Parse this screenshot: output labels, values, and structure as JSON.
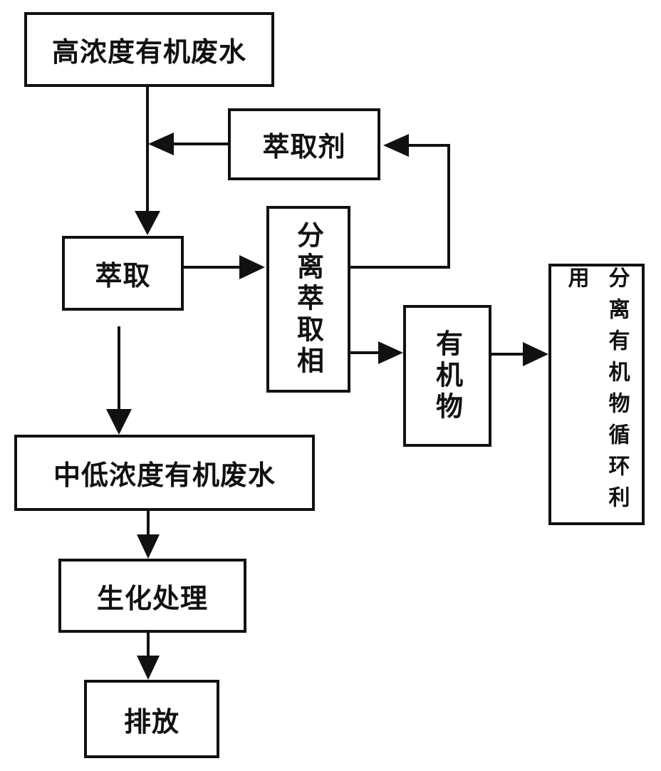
{
  "nodes": {
    "high_conc_wastewater": "高浓度有机废水",
    "extractant": "萃取剂",
    "extraction": "萃取",
    "separate_extract_phase": "分离萃取相",
    "organics": "有机物",
    "separate_organics_recycle": "分离有机物循环利用",
    "low_conc_wastewater": "中低浓度有机废水",
    "biochemical_treatment": "生化处理",
    "discharge": "排放"
  },
  "colors": {
    "stroke": "#111111",
    "background": "#ffffff"
  }
}
